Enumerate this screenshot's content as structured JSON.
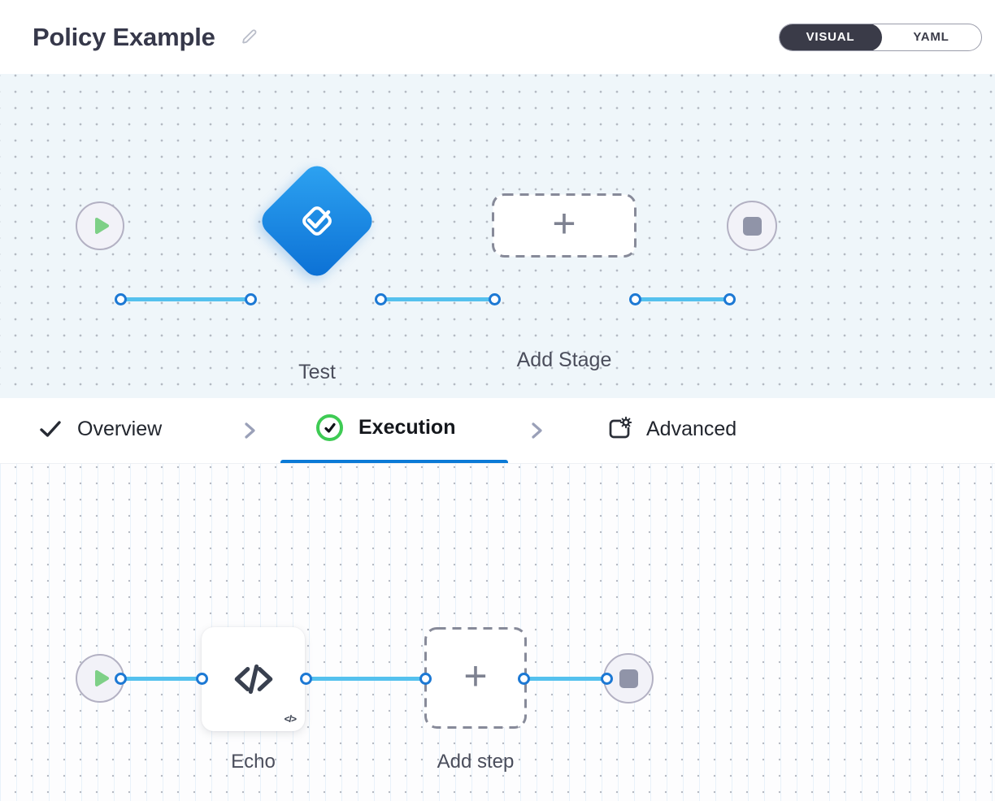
{
  "header": {
    "title": "Policy Example",
    "mode_toggle": {
      "visual_label": "VISUAL",
      "yaml_label": "YAML",
      "selected": "VISUAL"
    }
  },
  "stage_pipeline": {
    "test_stage_label": "Test",
    "add_stage_label": "Add Stage",
    "add_stage_plus": "+"
  },
  "tabs": {
    "items": [
      {
        "label": "Overview",
        "state": "completed"
      },
      {
        "label": "Execution",
        "state": "active"
      },
      {
        "label": "Advanced",
        "state": "default"
      }
    ]
  },
  "step_pipeline": {
    "echo_step_label": "Echo",
    "echo_badge": "</>",
    "add_step_label": "Add step",
    "add_step_plus": "+"
  },
  "colors": {
    "accent_blue": "#0b7ad6",
    "connector_blue": "#55c1ee",
    "port_ring_blue": "#1d79d4",
    "diamond_gradient_top": "#2ea4f2",
    "diamond_gradient_bottom": "#0b6fd4",
    "play_green": "#7ed087",
    "ring_green": "#3ecb54",
    "toggle_dark": "#3a3b48",
    "canvas_blue_bg": "#eff6fa"
  }
}
